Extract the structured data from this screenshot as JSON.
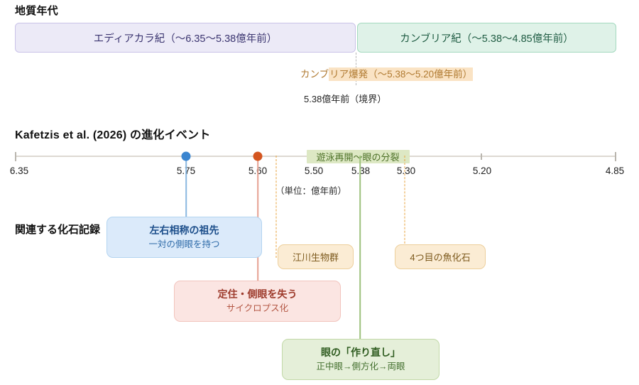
{
  "geologic": {
    "heading": "地質年代",
    "periods": [
      {
        "label": "エディアカラ紀（〜6.35〜5.38億年前）",
        "color": "#eceaf7"
      },
      {
        "label": "カンブリア紀（〜5.38〜4.85億年前）",
        "color": "#dff2e8"
      }
    ],
    "explosion": {
      "prefix": "カンブ",
      "highlight": "リア爆発（〜5.38〜5.20億年前）",
      "color": "#fae3c4"
    },
    "boundary_label": "5.38億年前（境界）"
  },
  "events_section": {
    "heading": "Kafetzis et al. (2026) の進化イベント",
    "row_label": "関連する化石記録",
    "unit_note": "（単位：億年前）"
  },
  "chart_data": {
    "type": "timeline",
    "title": "Kafetzis et al. (2026) の進化イベント",
    "xlabel": "（単位：億年前）",
    "xlim": [
      6.35,
      4.85
    ],
    "axis_direction": "descending",
    "tick_labels": [
      "6.35",
      "5.75",
      "5.60",
      "5.50",
      "5.38",
      "5.30",
      "5.20",
      "4.85"
    ],
    "tick_values": [
      6.35,
      5.75,
      5.6,
      5.5,
      5.38,
      5.3,
      5.2,
      4.85
    ],
    "major_ticks": [
      6.35,
      5.2,
      4.85
    ],
    "grid": false,
    "legend": "none",
    "markers": [
      {
        "name": "左右相称の祖先",
        "value": 5.75,
        "color": "#3a85d0",
        "shape": "dot"
      },
      {
        "name": "定住・側眼を失う",
        "value": 5.6,
        "color": "#d4551f",
        "shape": "dot"
      }
    ],
    "spans": [
      {
        "label": "遊泳再開〜眼の分裂",
        "start": 5.62,
        "end": 5.38,
        "color": "#dde8c4",
        "text_color": "#4c7026"
      }
    ],
    "vlines": [
      {
        "value": 5.62,
        "style": "dashed",
        "color": "#e8a33d"
      },
      {
        "value": 5.38,
        "style": "solid",
        "color": "#8fb56a"
      },
      {
        "value": 5.3,
        "style": "dashed",
        "color": "#e8a33d"
      }
    ],
    "callouts": [
      {
        "title": "左右相称の祖先",
        "subtitle": "一対の側眼を持つ",
        "value": 5.75,
        "style": "blue"
      },
      {
        "title": "定住・側眼を失う",
        "subtitle": "サイクロプス化",
        "value": 5.6,
        "style": "red"
      },
      {
        "title": "眼の「作り直し」",
        "subtitle": "正中眼→側方化→両眼",
        "value": 5.38,
        "style": "green"
      }
    ],
    "fossil_chips": [
      {
        "label": "江川生物群",
        "value": 5.62
      },
      {
        "label": "4つ目の魚化石",
        "value": 5.3
      }
    ]
  },
  "colors": {
    "ediacaran": "#eceaf7",
    "cambrian": "#dff2e8",
    "explosion": "#fae3c4",
    "marker_blue": "#3a85d0",
    "marker_orange": "#d4551f",
    "span_green": "#dde8c4",
    "axis": "#ddd9d2"
  }
}
